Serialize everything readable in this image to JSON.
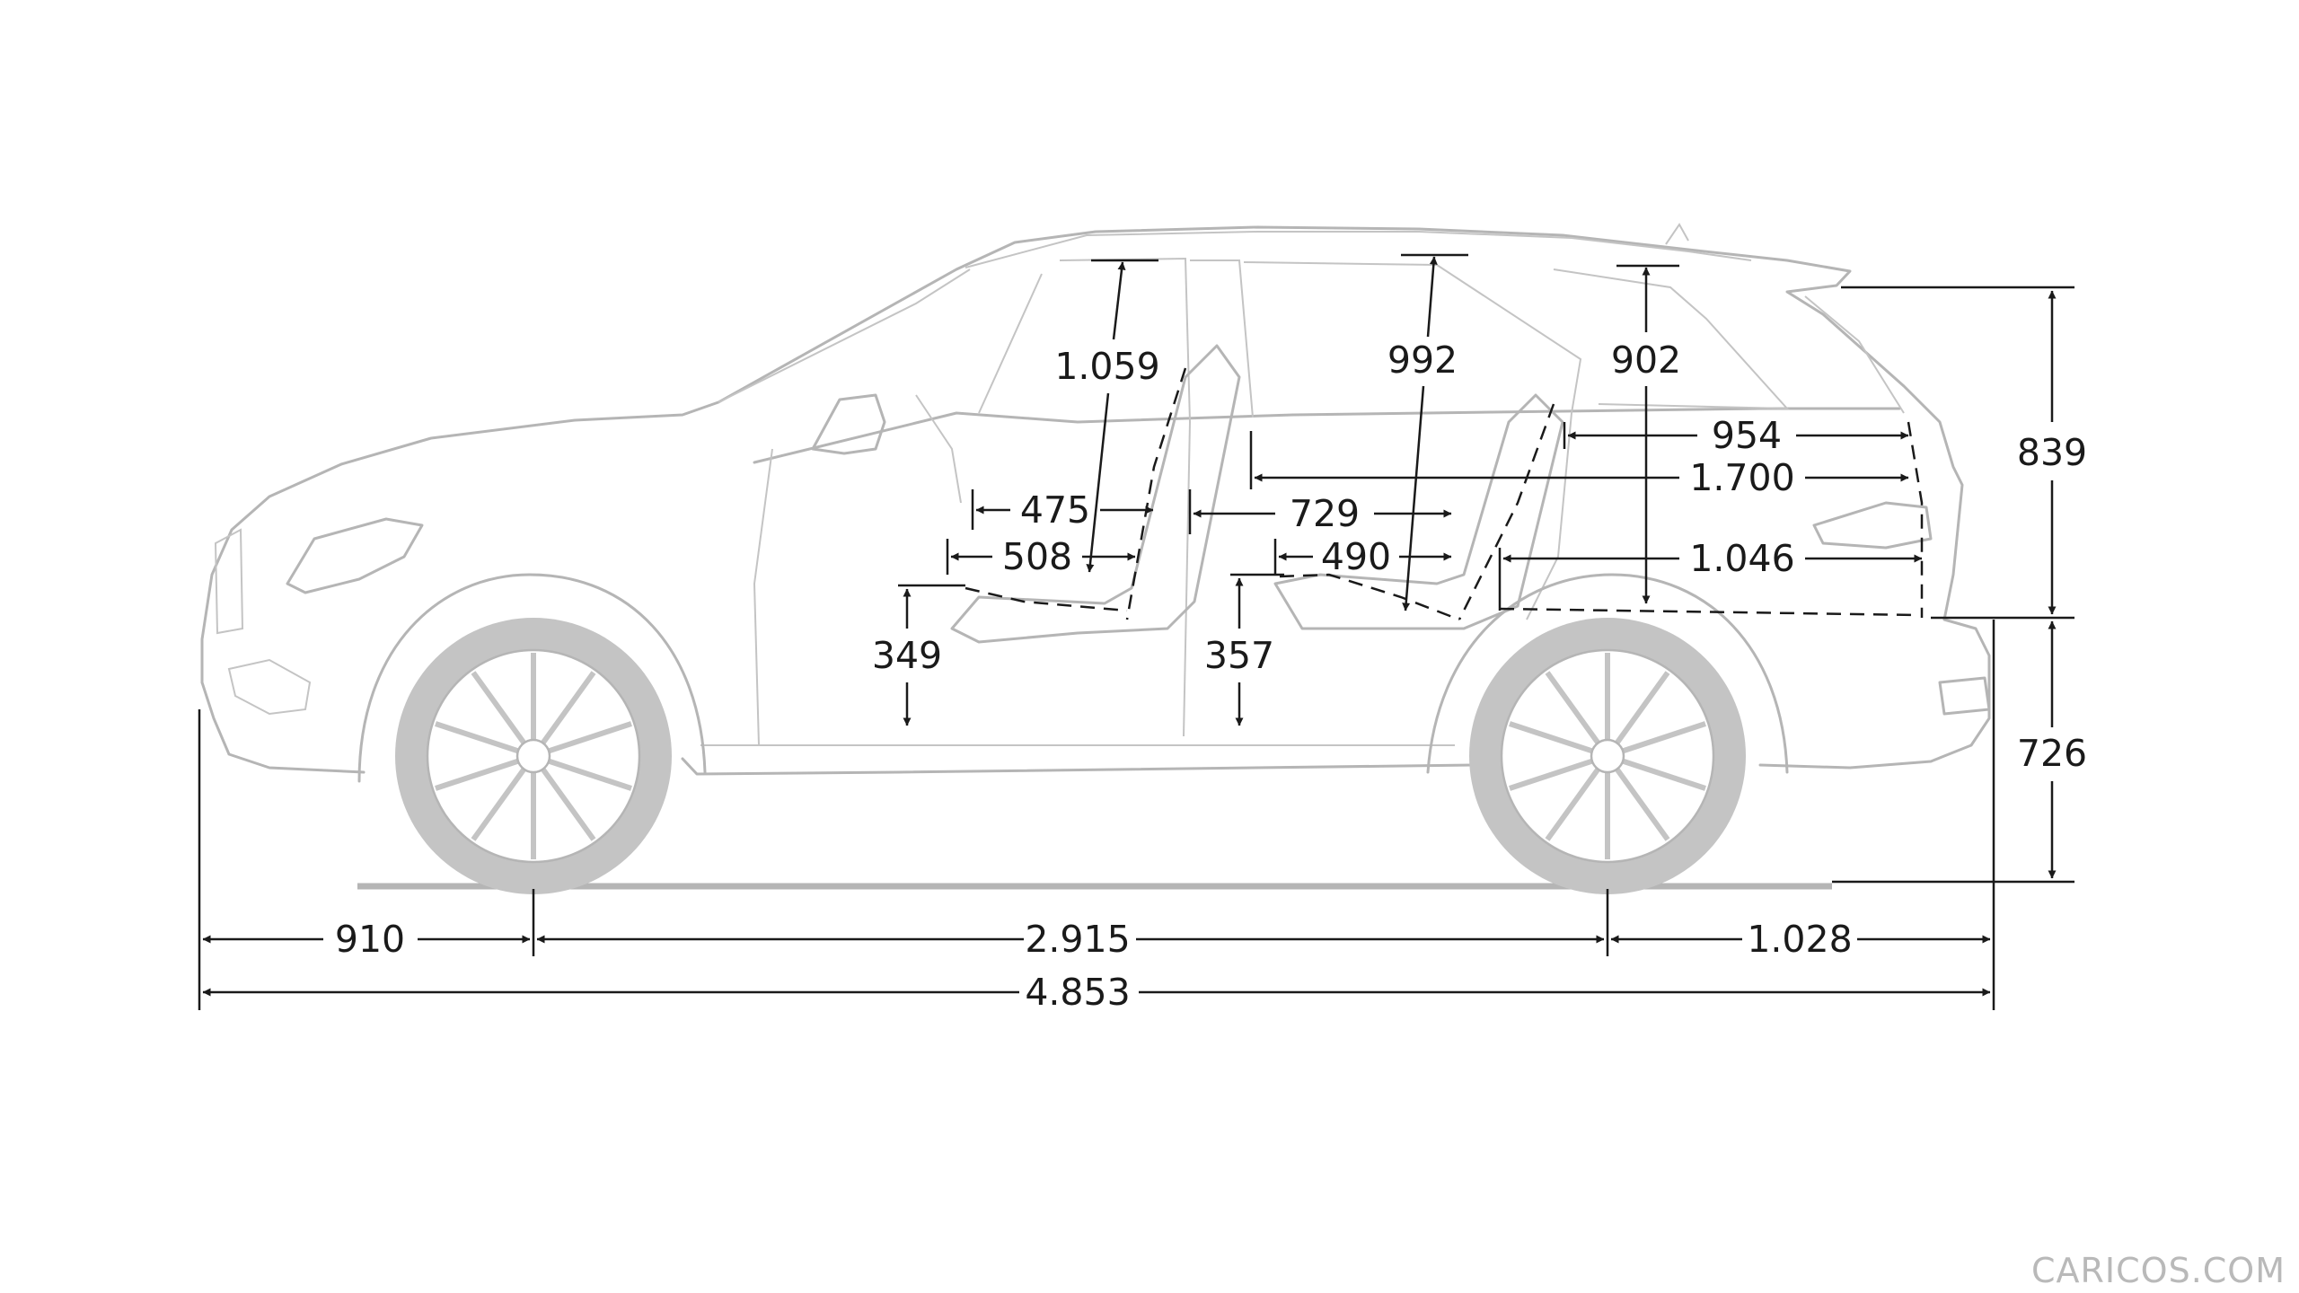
{
  "watermark": "CARICOS.COM",
  "dimensions": {
    "headroom_front": "1.059",
    "headroom_rear": "992",
    "cargo_height": "902",
    "roof_to_sill": "839",
    "sill_height": "726",
    "cargo_length_floor_top": "954",
    "cargo_length_max": "1.700",
    "cargo_length_floor": "1.046",
    "front_legroom": "475",
    "front_seat_depth": "508",
    "rear_legroom": "729",
    "rear_seat_depth": "490",
    "front_seat_height": "349",
    "rear_seat_height": "357",
    "front_overhang": "910",
    "wheelbase": "2.915",
    "rear_overhang": "1.028",
    "overall_length": "4.853"
  }
}
